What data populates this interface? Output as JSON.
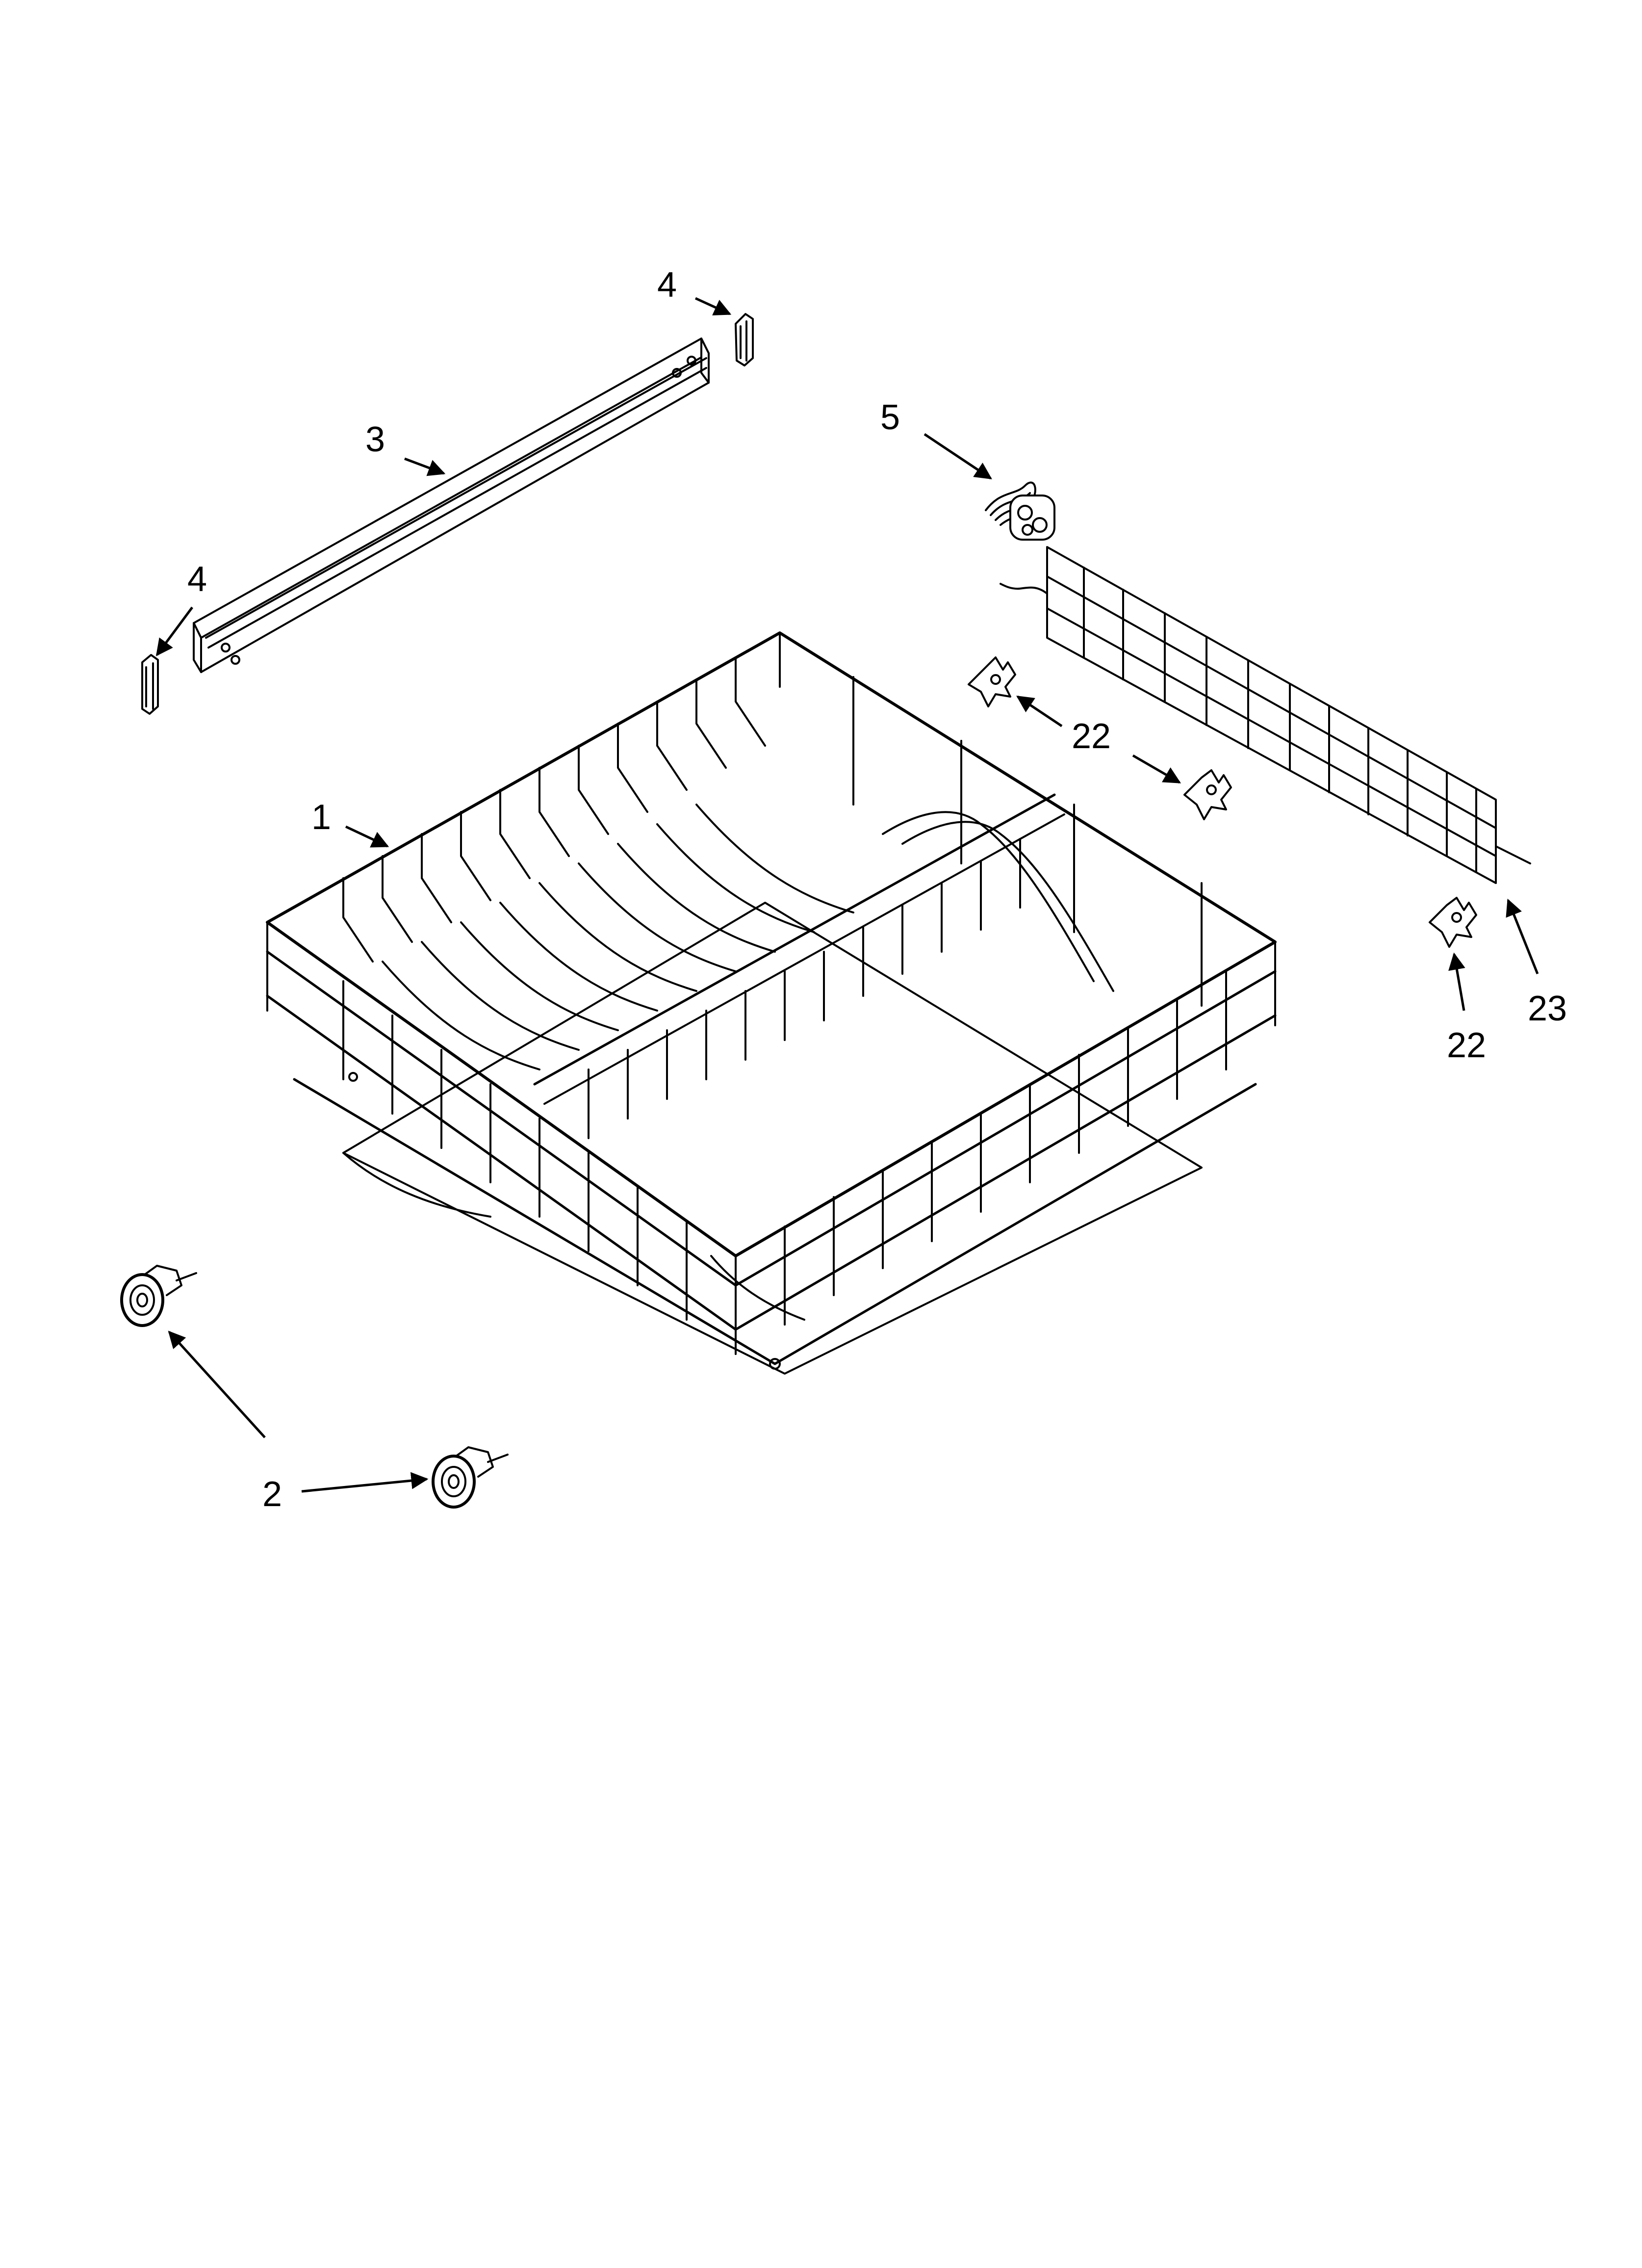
{
  "diagram": {
    "callouts": [
      {
        "id": "c1",
        "text": "1"
      },
      {
        "id": "c2",
        "text": "2"
      },
      {
        "id": "c3",
        "text": "3"
      },
      {
        "id": "c4a",
        "text": "4"
      },
      {
        "id": "c4b",
        "text": "4"
      },
      {
        "id": "c5",
        "text": "5"
      },
      {
        "id": "c22a",
        "text": "22"
      },
      {
        "id": "c22b",
        "text": "22"
      },
      {
        "id": "c23",
        "text": "23"
      }
    ],
    "colors": {
      "line": "#000000",
      "background": "#ffffff"
    }
  }
}
